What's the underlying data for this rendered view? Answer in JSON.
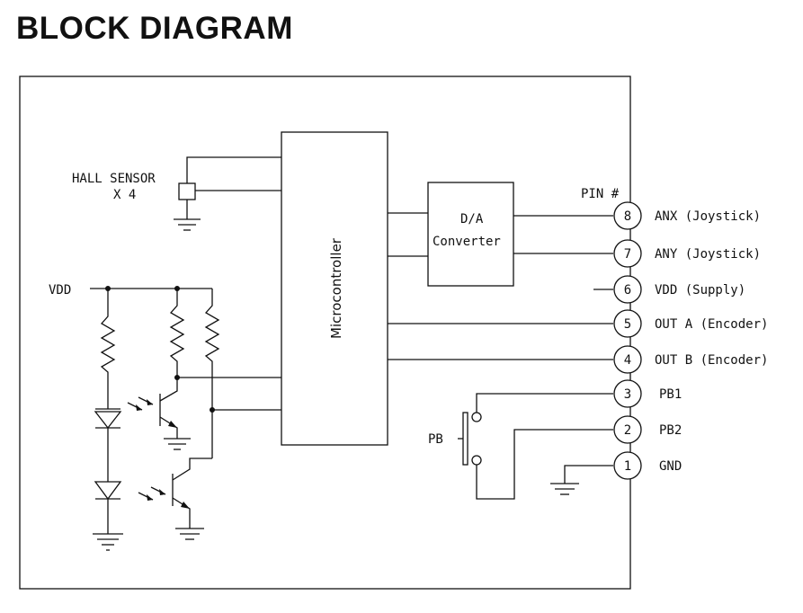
{
  "title": "BLOCK DIAGRAM",
  "labels": {
    "hall_sensor_line1": "HALL SENSOR",
    "hall_sensor_line2": "X 4",
    "vdd": "VDD",
    "microcontroller": "Microcontroller",
    "da_line1": "D/A",
    "da_line2": "Converter",
    "pin_header": "PIN #",
    "pb": "PB"
  },
  "pins": [
    {
      "number": "8",
      "label": "ANX (Joystick)"
    },
    {
      "number": "7",
      "label": "ANY (Joystick)"
    },
    {
      "number": "6",
      "label": "VDD (Supply)"
    },
    {
      "number": "5",
      "label": "OUT A (Encoder)"
    },
    {
      "number": "4",
      "label": "OUT B (Encoder)"
    },
    {
      "number": "3",
      "label": "PB1"
    },
    {
      "number": "2",
      "label": "PB2"
    },
    {
      "number": "1",
      "label": "GND"
    }
  ]
}
